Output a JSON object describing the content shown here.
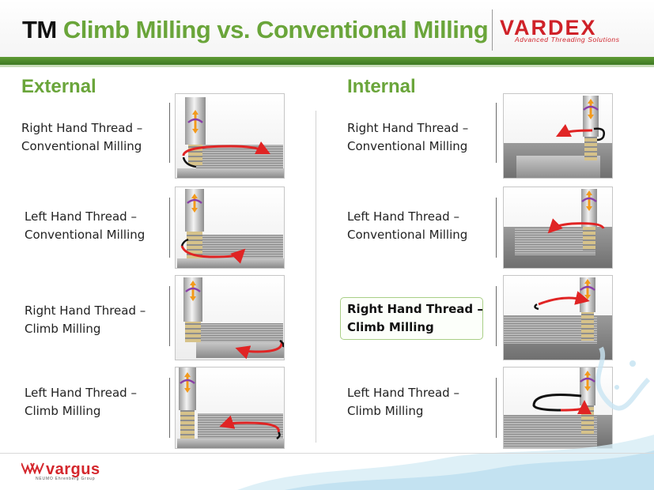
{
  "header": {
    "title_tm": "TM",
    "title_main": "Climb Milling vs. Conventional Milling",
    "logo_name": "VARDEX",
    "logo_tagline": "Advanced Threading Solutions"
  },
  "sections": {
    "external": "External",
    "internal": "Internal"
  },
  "external_items": [
    {
      "line1": "Right Hand Thread –",
      "line2": "Conventional Milling"
    },
    {
      "line1": "Left Hand Thread –",
      "line2": "Conventional Milling"
    },
    {
      "line1": "Right Hand Thread –",
      "line2": "Climb Milling"
    },
    {
      "line1": "Left Hand Thread –",
      "line2": "Climb Milling"
    }
  ],
  "internal_items": [
    {
      "line1": "Right Hand Thread –",
      "line2": "Conventional Milling"
    },
    {
      "line1": "Left Hand Thread –",
      "line2": "Conventional Milling"
    },
    {
      "line1": "Right Hand Thread –",
      "line2": "Climb Milling",
      "highlighted": true
    },
    {
      "line1": "Left Hand Thread –",
      "line2": "Climb Milling"
    }
  ],
  "footer": {
    "brand": "vargus",
    "group": "NEUMO Ehrenberg Group"
  },
  "colors": {
    "accent_green": "#6aa53a",
    "brand_red": "#cf2128",
    "arrow_red": "#e02424",
    "arrow_orange": "#f39a1b",
    "arrow_purple": "#8a3fa8"
  }
}
